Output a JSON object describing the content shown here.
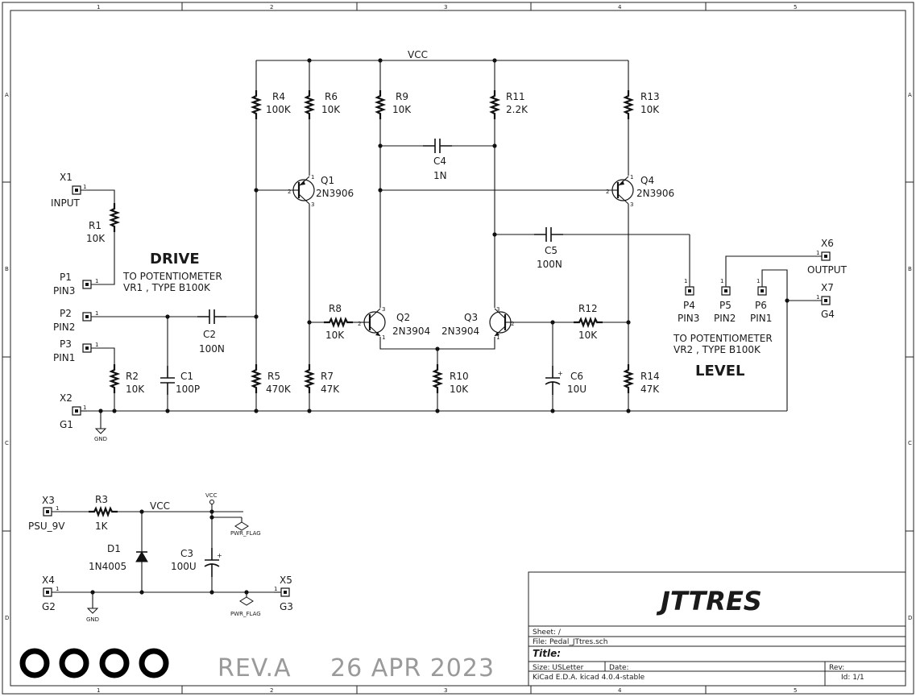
{
  "sheet": {
    "border_columns": [
      "1",
      "2",
      "3",
      "4",
      "5"
    ],
    "border_rows": [
      "A",
      "B",
      "C",
      "D"
    ]
  },
  "nets": {
    "vcc_top": "VCC",
    "vcc_psu": "VCC",
    "vcc_flag": "VCC",
    "gnd_1": "GND",
    "gnd_2": "GND",
    "pwr_flag_1": "PWR_FLAG",
    "pwr_flag_2": "PWR_FLAG"
  },
  "connectors": {
    "X1": {
      "ref": "X1",
      "name": "INPUT",
      "pin": "1"
    },
    "X2": {
      "ref": "X2",
      "name": "G1",
      "pin": "1"
    },
    "X3": {
      "ref": "X3",
      "name": "PSU_9V",
      "pin": "1"
    },
    "X4": {
      "ref": "X4",
      "name": "G2",
      "pin": "1"
    },
    "X5": {
      "ref": "X5",
      "name": "G3",
      "pin": "1"
    },
    "X6": {
      "ref": "X6",
      "name": "OUTPUT",
      "pin": "1"
    },
    "X7": {
      "ref": "X7",
      "name": "G4",
      "pin": "1"
    },
    "P1": {
      "ref": "P1",
      "name": "PIN3",
      "pin": "1"
    },
    "P2": {
      "ref": "P2",
      "name": "PIN2",
      "pin": "1"
    },
    "P3": {
      "ref": "P3",
      "name": "PIN1",
      "pin": "1"
    },
    "P4": {
      "ref": "P4",
      "name": "PIN3",
      "pin": "1"
    },
    "P5": {
      "ref": "P5",
      "name": "PIN2",
      "pin": "1"
    },
    "P6": {
      "ref": "P6",
      "name": "PIN1",
      "pin": "1"
    }
  },
  "resistors": {
    "R1": {
      "ref": "R1",
      "value": "10K"
    },
    "R2": {
      "ref": "R2",
      "value": "10K"
    },
    "R3": {
      "ref": "R3",
      "value": "1K"
    },
    "R4": {
      "ref": "R4",
      "value": "100K"
    },
    "R5": {
      "ref": "R5",
      "value": "470K"
    },
    "R6": {
      "ref": "R6",
      "value": "10K"
    },
    "R7": {
      "ref": "R7",
      "value": "47K"
    },
    "R8": {
      "ref": "R8",
      "value": "10K"
    },
    "R9": {
      "ref": "R9",
      "value": "10K"
    },
    "R10": {
      "ref": "R10",
      "value": "10K"
    },
    "R11": {
      "ref": "R11",
      "value": "2.2K"
    },
    "R12": {
      "ref": "R12",
      "value": "10K"
    },
    "R13": {
      "ref": "R13",
      "value": "10K"
    },
    "R14": {
      "ref": "R14",
      "value": "47K"
    }
  },
  "capacitors": {
    "C1": {
      "ref": "C1",
      "value": "100P"
    },
    "C2": {
      "ref": "C2",
      "value": "100N"
    },
    "C3": {
      "ref": "C3",
      "value": "100U"
    },
    "C4": {
      "ref": "C4",
      "value": "1N"
    },
    "C5": {
      "ref": "C5",
      "value": "100N"
    },
    "C6": {
      "ref": "C6",
      "value": "10U"
    }
  },
  "diodes": {
    "D1": {
      "ref": "D1",
      "value": "1N4005"
    }
  },
  "transistors": {
    "Q1": {
      "ref": "Q1",
      "value": "2N3906"
    },
    "Q2": {
      "ref": "Q2",
      "value": "2N3904"
    },
    "Q3": {
      "ref": "Q3",
      "value": "2N3904"
    },
    "Q4": {
      "ref": "Q4",
      "value": "2N3906"
    }
  },
  "annotations": {
    "drive_title": "DRIVE",
    "drive_line1": "TO POTENTIOMETER",
    "drive_line2": "VR1 , TYPE B100K",
    "level_title": "LEVEL",
    "level_line1": "TO POTENTIOMETER",
    "level_line2": "VR2 , TYPE B100K"
  },
  "footer": {
    "revision": "REV.A",
    "date": "26 APR 2023"
  },
  "title_block": {
    "project": "JTTRES",
    "sheet": "Sheet: /",
    "file": "File: Pedal_JTtres.sch",
    "title_label": "Title:",
    "size": "Size: USLetter",
    "date_label": "Date:",
    "rev_label": "Rev:",
    "tool": "KiCad E.D.A.  kicad 4.0.4-stable",
    "id": "Id: 1/1"
  }
}
